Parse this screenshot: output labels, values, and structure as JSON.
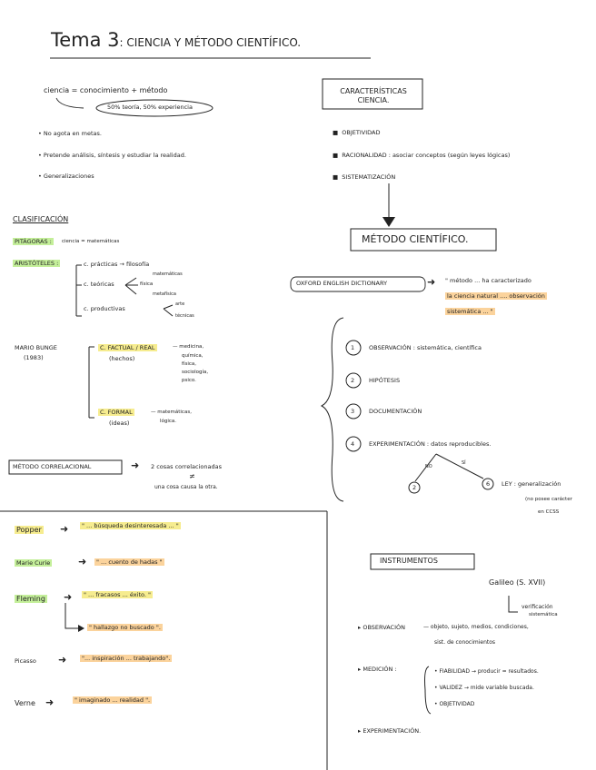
{
  "title": {
    "tema": "Tema 3",
    "rest": ": CIENCIA Y MÉTODO CIENTÍFICO."
  },
  "ciencia": {
    "equation": "ciencia = conocimiento + método",
    "ellipse": "50% teoría, 50% experiencia",
    "bullets": [
      "No agota en metas.",
      "Pretende análisis, síntesis y estudiar la realidad.",
      "Generalizaciones"
    ]
  },
  "caracteristicas": {
    "box": "CARACTERÍSTICAS CIENCIA.",
    "items": [
      "OBJETIVIDAD",
      "RACIONALIDAD : asociar conceptos (según leyes lógicas)",
      "SISTEMATIZACIÓN"
    ]
  },
  "clasificacion": {
    "heading": "CLASIFICACIÓN",
    "pitagoras": {
      "name": "PITÁGORAS :",
      "value": "ciencia = matemáticas"
    },
    "aristoteles": {
      "name": "ARISTÓTELES :",
      "practicas": "c. prácticas → filosofía",
      "teoricas": "c. teóricas",
      "fisica": "física",
      "matematicas": "matemáticas",
      "metafisica": "metafísica",
      "productivas": "c. productivas",
      "arte": "arte",
      "tecnicas": "técnicas"
    },
    "bunge": {
      "name": "MARIO BUNGE",
      "year": "(1983)",
      "factual": "C. FACTUAL / REAL",
      "factual_sub": "(hechos)",
      "factual_list": [
        "medicina,",
        "química,",
        "física,",
        "sociología,",
        "psico."
      ],
      "formal": "C. FORMAL",
      "formal_sub": "(ideas)",
      "formal_list": [
        "matemáticas,",
        "lógica."
      ]
    }
  },
  "correlacional": {
    "box": "MÉTODO CORRELACIONAL",
    "line1": "2 cosas correlacionadas",
    "neq": "≠",
    "line2": "una cosa causa la otra."
  },
  "metodo": {
    "box": "MÉTODO CIENTÍFICO.",
    "oxford": "OXFORD ENGLISH DICTIONARY",
    "quote_a": "\" método ... ha caracterizado",
    "quote_b": "la ciencia natural .... observación",
    "quote_c": "sistemática ... \"",
    "steps": [
      {
        "n": "1",
        "label": "OBSERVACIÓN : sistemática, científica"
      },
      {
        "n": "2",
        "label": "HIPÓTESIS"
      },
      {
        "n": "3",
        "label": "DOCUMENTACIÓN"
      },
      {
        "n": "4",
        "label": "EXPERIMENTACIÓN : datos reproducibles."
      }
    ],
    "no": "NO",
    "si": "SÍ",
    "two": "2",
    "six": "6",
    "ley": "LEY : generalización",
    "ley_note1": "(no posee carácter",
    "ley_note2": "en CCSS"
  },
  "quotes": [
    {
      "name": "Popper",
      "text": "\" ... búsqueda desinteresada ... \""
    },
    {
      "name": "Marie Curie",
      "text": "\" ... cuento de hadas \""
    },
    {
      "name": "Fleming",
      "text": "\" ... fracasos ... éxito. \""
    },
    {
      "name": "",
      "text": "\" hallazgo no buscado \"."
    },
    {
      "name": "Picasso",
      "text": "\"... inspiración ... trabajando\"."
    },
    {
      "name": "Verne",
      "text": "\" imaginado ... realidad \"."
    }
  ],
  "instrumentos": {
    "box": "INSTRUMENTOS",
    "galileo": "Galileo (S. XVII)",
    "verif1": "verificación",
    "verif2": "sistemática",
    "obs_label": "OBSERVACIÓN",
    "obs_a": "— objeto, sujeto, medios, condiciones,",
    "obs_b": "sist. de conocimientos",
    "med_label": "MEDICIÓN :",
    "med_items": [
      "FIABILIDAD → producir = resultados.",
      "VALIDEZ → mide variable buscada.",
      "OBJETIVIDAD"
    ],
    "exp_label": "EXPERIMENTACIÓN."
  },
  "colors": {
    "ink": "#222222",
    "yellow": "#f6ec8f",
    "orange": "#fbd39c",
    "green": "#c4ef9a"
  }
}
